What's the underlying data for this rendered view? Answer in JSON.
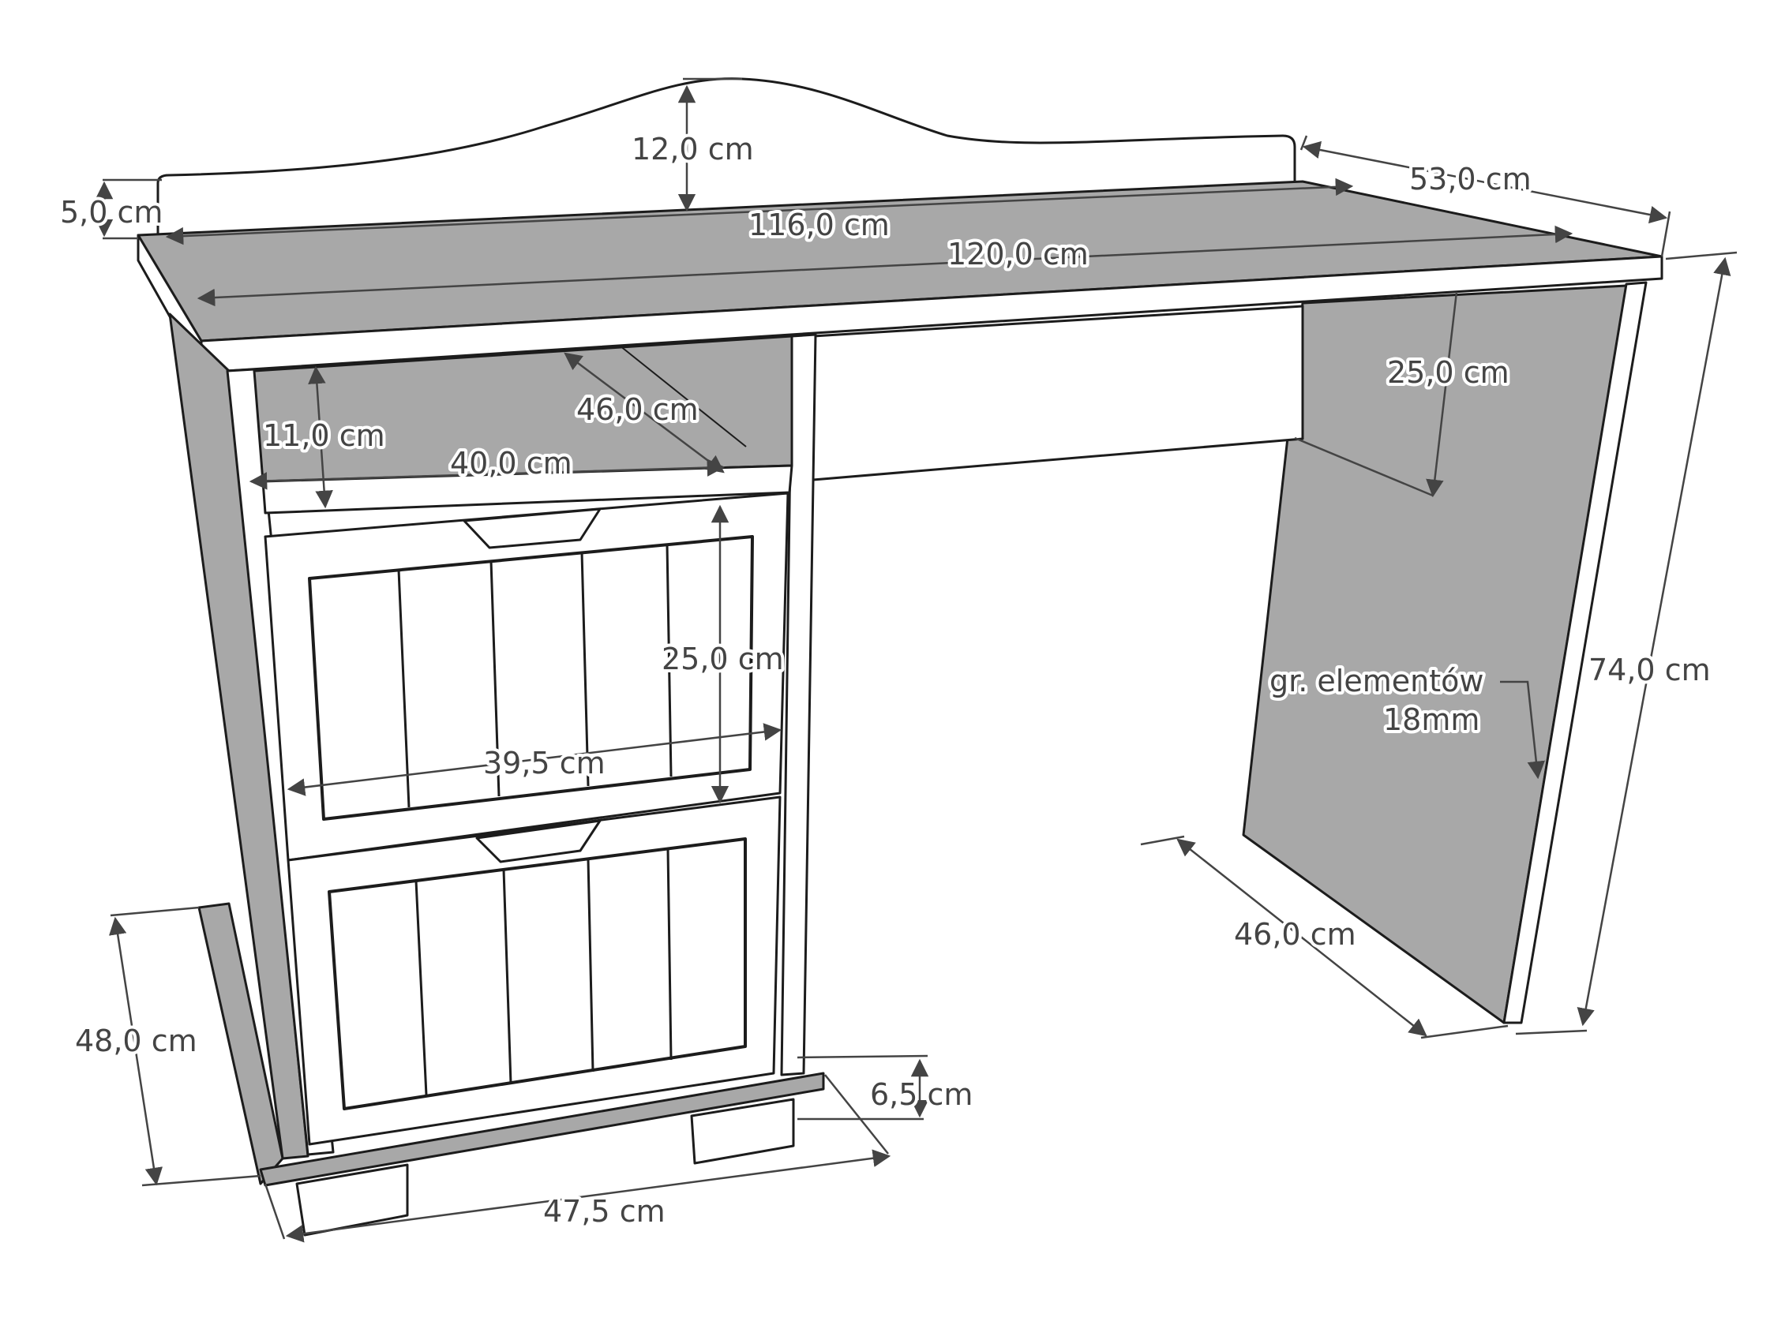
{
  "colors": {
    "background": "#ffffff",
    "panel_dark": "#a8a8a8",
    "panel_light": "#ffffff",
    "outline": "#1c1c1c",
    "dimension_line": "#444444",
    "label_halo": "#ffffff"
  },
  "dimensions": {
    "top_height": "5,0 cm",
    "back_panel_height": "12,0 cm",
    "depth_top": "53,0 cm",
    "width_back": "116,0 cm",
    "width_total": "120,0 cm",
    "leg_panel_top": "25,0 cm",
    "shelf_height": "11,0 cm",
    "shelf_depth": "46,0 cm",
    "shelf_width": "40,0 cm",
    "drawer_height": "25,0 cm",
    "drawer_width": "39,5 cm",
    "total_height": "74,0 cm",
    "side_depth": "46,0 cm",
    "cabinet_height": "48,0 cm",
    "feet_height": "6,5 cm",
    "cabinet_width": "47,5 cm"
  },
  "note": {
    "line1": "gr. elementów",
    "line2": "18mm"
  }
}
